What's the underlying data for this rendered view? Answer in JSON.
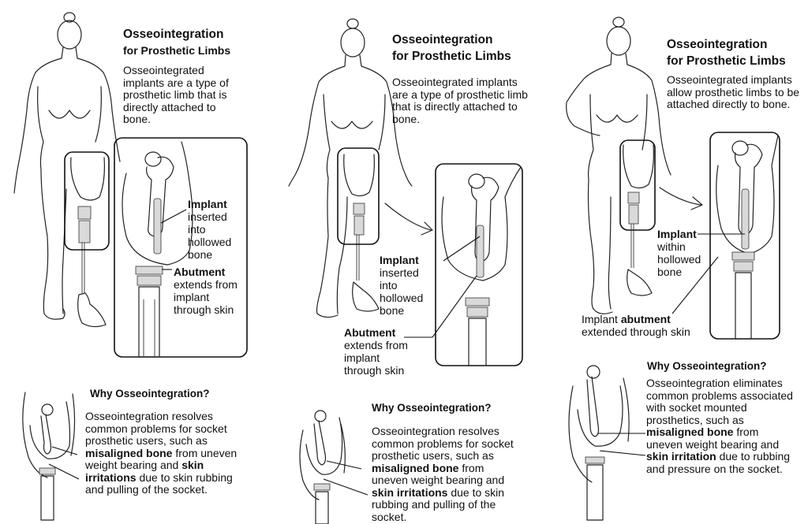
{
  "panels": [
    {
      "title_line1": "Osseointegration",
      "title_line2": "for Prosthetic Limbs",
      "intro": "Osseointegrated implants are a type of prosthetic limb that is directly attached to bone.",
      "implant_label": "Implant",
      "implant_desc": "inserted into hollowed bone",
      "abutment_label": "Abutment",
      "abutment_desc": "extends from implant through skin",
      "why_title": "Why Osseointegration?",
      "why_pre": "Osseointegration resolves common problems for socket prosthetic users, such as",
      "why_bold1": "misaligned bone",
      "why_mid": "from uneven weight bearing and",
      "why_bold2": "skin irritations",
      "why_post": "due to skin rubbing and pulling of the socket."
    },
    {
      "title_line1": "Osseointegration",
      "title_line2": "for Prosthetic Limbs",
      "intro": "Osseointegrated implants are a type of prosthetic limb that is directly attached to bone.",
      "implant_label": "Implant",
      "implant_desc": "inserted into hollowed bone",
      "abutment_label": "Abutment",
      "abutment_desc": "extends from implant through skin",
      "why_title": "Why Osseointegration?",
      "why_pre": "Osseointegration resolves common problems for socket prosthetic users, such as",
      "why_bold1": "misaligned bone",
      "why_mid": "from uneven weight bearing and",
      "why_bold2": "skin irritations",
      "why_post": "due to skin rubbing and pulling of the socket."
    },
    {
      "title_line1": "Osseointegration",
      "title_line2": "for Prosthetic Limbs",
      "intro": "Osseointegrated implants allow prosthetic limbs to be attached directly to bone.",
      "implant_label": "Implant",
      "implant_desc": "within hollowed bone",
      "abutment_pre": "Implant",
      "abutment_label": "abutment",
      "abutment_desc": "extended through skin",
      "why_title": "Why Osseointegration?",
      "why_pre": "Osseointegration eliminates common problems associated with socket mounted prosthetics, such as",
      "why_bold1": "misaligned bone",
      "why_mid": "from uneven weight bearing and",
      "why_bold2": "skin irritation",
      "why_post": "due to rubbing and pressure on the socket."
    }
  ]
}
